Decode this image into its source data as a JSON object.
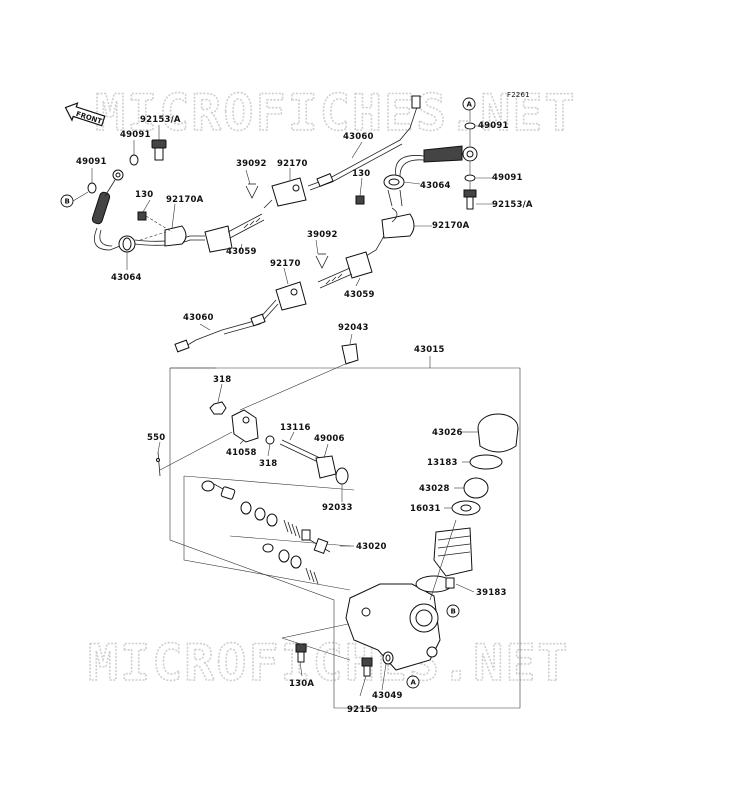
{
  "diagram": {
    "code": "F2261",
    "watermark": "MICROFICHES.NET",
    "front_label": "FRONT",
    "labels": [
      {
        "id": "92153-a-top",
        "text": "92153/A"
      },
      {
        "id": "49091-a",
        "text": "49091"
      },
      {
        "id": "49091-b",
        "text": "49091"
      },
      {
        "id": "49091-r1",
        "text": "49091"
      },
      {
        "id": "49091-r2",
        "text": "49091"
      },
      {
        "id": "92153-a-right",
        "text": "92153/A"
      },
      {
        "id": "43060-top",
        "text": "43060"
      },
      {
        "id": "43060-bottom",
        "text": "43060"
      },
      {
        "id": "39092-a",
        "text": "39092"
      },
      {
        "id": "39092-b",
        "text": "39092"
      },
      {
        "id": "92170-a",
        "text": "92170"
      },
      {
        "id": "92170-b",
        "text": "92170"
      },
      {
        "id": "92170a-left",
        "text": "92170A"
      },
      {
        "id": "92170a-right",
        "text": "92170A"
      },
      {
        "id": "130-left",
        "text": "130"
      },
      {
        "id": "130-right",
        "text": "130"
      },
      {
        "id": "130a",
        "text": "130A"
      },
      {
        "id": "43064-left",
        "text": "43064"
      },
      {
        "id": "43064-right",
        "text": "43064"
      },
      {
        "id": "43059-a",
        "text": "43059"
      },
      {
        "id": "43059-b",
        "text": "43059"
      },
      {
        "id": "92043",
        "text": "92043"
      },
      {
        "id": "43015",
        "text": "43015"
      },
      {
        "id": "318-a",
        "text": "318"
      },
      {
        "id": "318-b",
        "text": "318"
      },
      {
        "id": "550",
        "text": "550"
      },
      {
        "id": "41058",
        "text": "41058"
      },
      {
        "id": "13116",
        "text": "13116"
      },
      {
        "id": "49006",
        "text": "49006"
      },
      {
        "id": "92033",
        "text": "92033"
      },
      {
        "id": "43026",
        "text": "43026"
      },
      {
        "id": "13183",
        "text": "13183"
      },
      {
        "id": "43028",
        "text": "43028"
      },
      {
        "id": "16031",
        "text": "16031"
      },
      {
        "id": "43020",
        "text": "43020"
      },
      {
        "id": "39183",
        "text": "39183"
      },
      {
        "id": "43049",
        "text": "43049"
      },
      {
        "id": "92150",
        "text": "92150"
      }
    ],
    "refs": {
      "a": "A",
      "b": "B"
    }
  }
}
